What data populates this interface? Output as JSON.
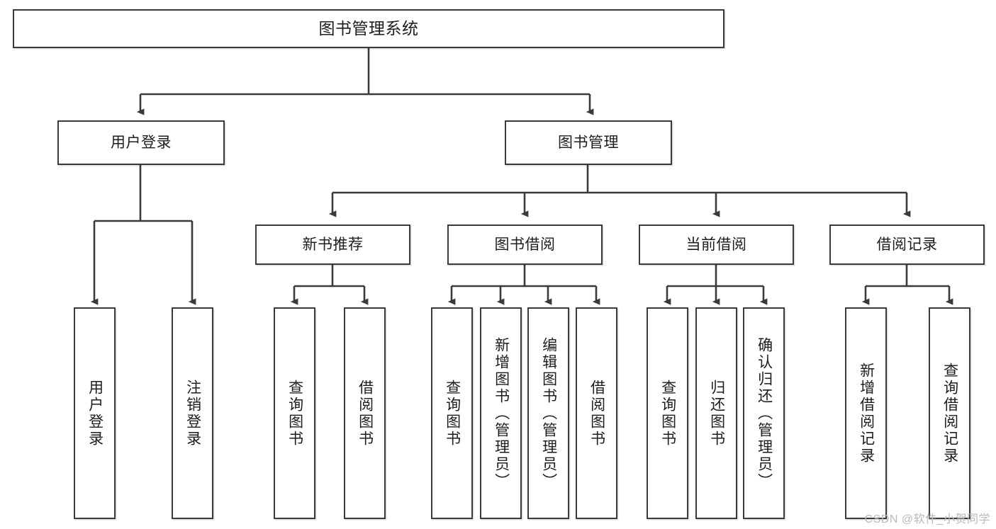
{
  "diagram": {
    "title": "图书管理系统",
    "watermark": "CSDN @软件_小贺同学",
    "line_color": "#3a3a3a",
    "box_border_color": "#3a3a3a",
    "box_fill": "#ffffff",
    "text_color": "#1d1d1d",
    "type": "tree-hierarchy-diagram",
    "levels": [
      {
        "level": 1,
        "nodes": [
          {
            "id": "root",
            "label": "图书管理系统"
          }
        ]
      },
      {
        "level": 2,
        "nodes": [
          {
            "id": "user-login",
            "label": "用户登录"
          },
          {
            "id": "book-manage",
            "label": "图书管理"
          }
        ]
      },
      {
        "level": 3,
        "nodes": [
          {
            "id": "new-book-rec",
            "label": "新书推荐"
          },
          {
            "id": "book-borrow",
            "label": "图书借阅"
          },
          {
            "id": "current-borrow",
            "label": "当前借阅"
          },
          {
            "id": "borrow-record",
            "label": "借阅记录"
          }
        ]
      },
      {
        "level": 4,
        "nodes": [
          {
            "id": "leaf-user-login",
            "label": "用户登录",
            "parent": "user-login"
          },
          {
            "id": "leaf-user-logout",
            "label": "注销登录",
            "parent": "user-login"
          },
          {
            "id": "leaf-query-book-1",
            "label": "查询图书",
            "parent": "new-book-rec"
          },
          {
            "id": "leaf-borrow-book-1",
            "label": "借阅图书",
            "parent": "new-book-rec"
          },
          {
            "id": "leaf-query-book-2",
            "label": "查询图书",
            "parent": "book-borrow"
          },
          {
            "id": "leaf-add-book",
            "label": "新增图书（管理员）",
            "parent": "book-borrow"
          },
          {
            "id": "leaf-edit-book",
            "label": "编辑图书（管理员）",
            "parent": "book-borrow"
          },
          {
            "id": "leaf-borrow-book-2",
            "label": "借阅图书",
            "parent": "book-borrow"
          },
          {
            "id": "leaf-query-book-3",
            "label": "查询图书",
            "parent": "current-borrow"
          },
          {
            "id": "leaf-return-book",
            "label": "归还图书",
            "parent": "current-borrow"
          },
          {
            "id": "leaf-confirm-return",
            "label": "确认归还（管理员）",
            "parent": "current-borrow"
          },
          {
            "id": "leaf-add-record",
            "label": "新增借阅记录",
            "parent": "borrow-record"
          },
          {
            "id": "leaf-query-record",
            "label": "查询借阅记录",
            "parent": "borrow-record"
          }
        ]
      }
    ]
  }
}
